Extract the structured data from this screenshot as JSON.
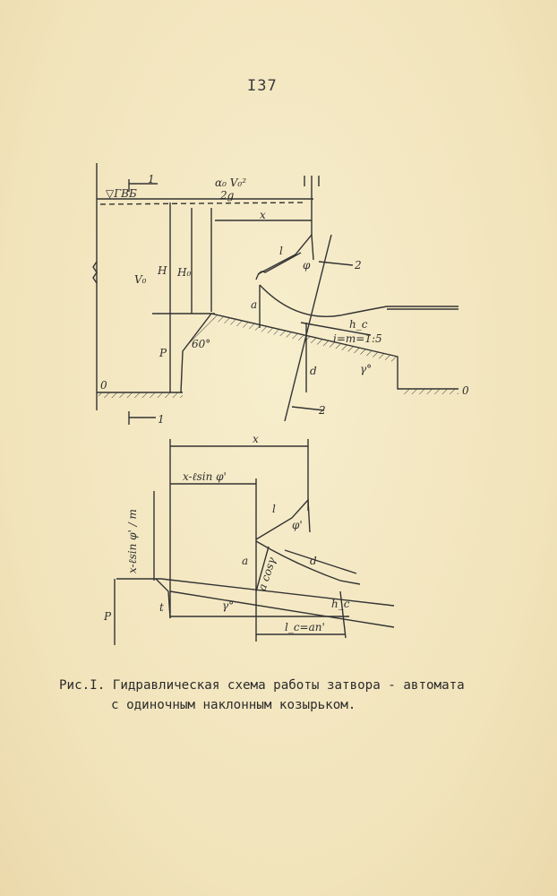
{
  "page_number": "I37",
  "figure": {
    "top": {
      "dh_formula_num": "ɑ₀ V₀²",
      "dh_formula_den": "2g",
      "level_label": "▽ГВБ",
      "section_1_top": "1",
      "section_1_bottom": "1",
      "section_2_top": "2",
      "section_2_bottom": "2",
      "x": "x",
      "l": "l",
      "phi": "φ",
      "H": "H",
      "H0": "H₀",
      "V0": "V₀",
      "a": "a",
      "P": "P",
      "hc": "h_c",
      "slope": "i=m=1:5",
      "angle_60": "60°",
      "gamma": "γ°",
      "zero_left": "0",
      "zero_right": "0",
      "d": "d"
    },
    "bottom": {
      "x": "x",
      "x_minus": "x-ℓsin φ'",
      "vertical_label": "x-ℓsin φ' / m",
      "l": "l",
      "phi1": "φ'",
      "a": "a",
      "a_cos": "a cosγ",
      "d": "d",
      "gamma": "γ°",
      "P": "P",
      "t": "t",
      "hc": "h_c",
      "lc": "l_c=an'"
    }
  },
  "caption_line1": "Рис.I. Гидравлическая схема работы  затвора - автомата",
  "caption_line2": "с одиночным наклонным козырьком."
}
